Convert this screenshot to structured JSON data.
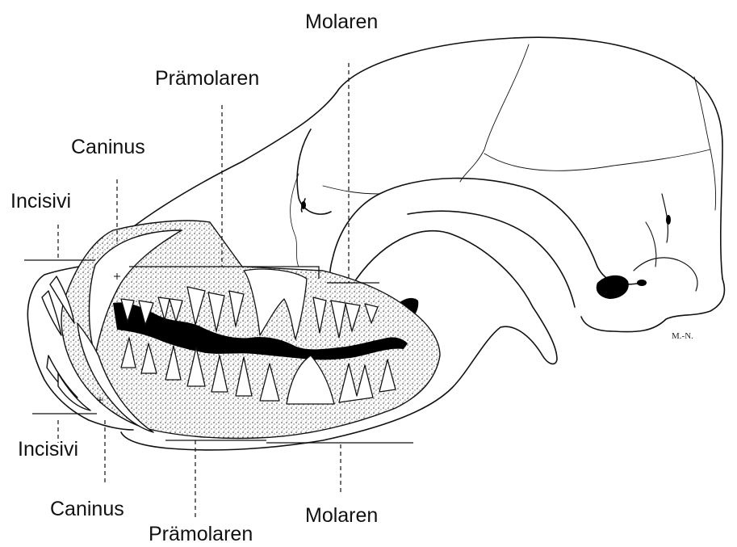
{
  "labels": {
    "upper": {
      "incisivi": "Incisivi",
      "caninus": "Caninus",
      "praemolaren": "Prämolaren",
      "molaren": "Molaren"
    },
    "lower": {
      "incisivi": "Incisivi",
      "caninus": "Caninus",
      "praemolaren": "Prämolaren",
      "molaren": "Molaren"
    }
  },
  "signature": "M.-N."
}
